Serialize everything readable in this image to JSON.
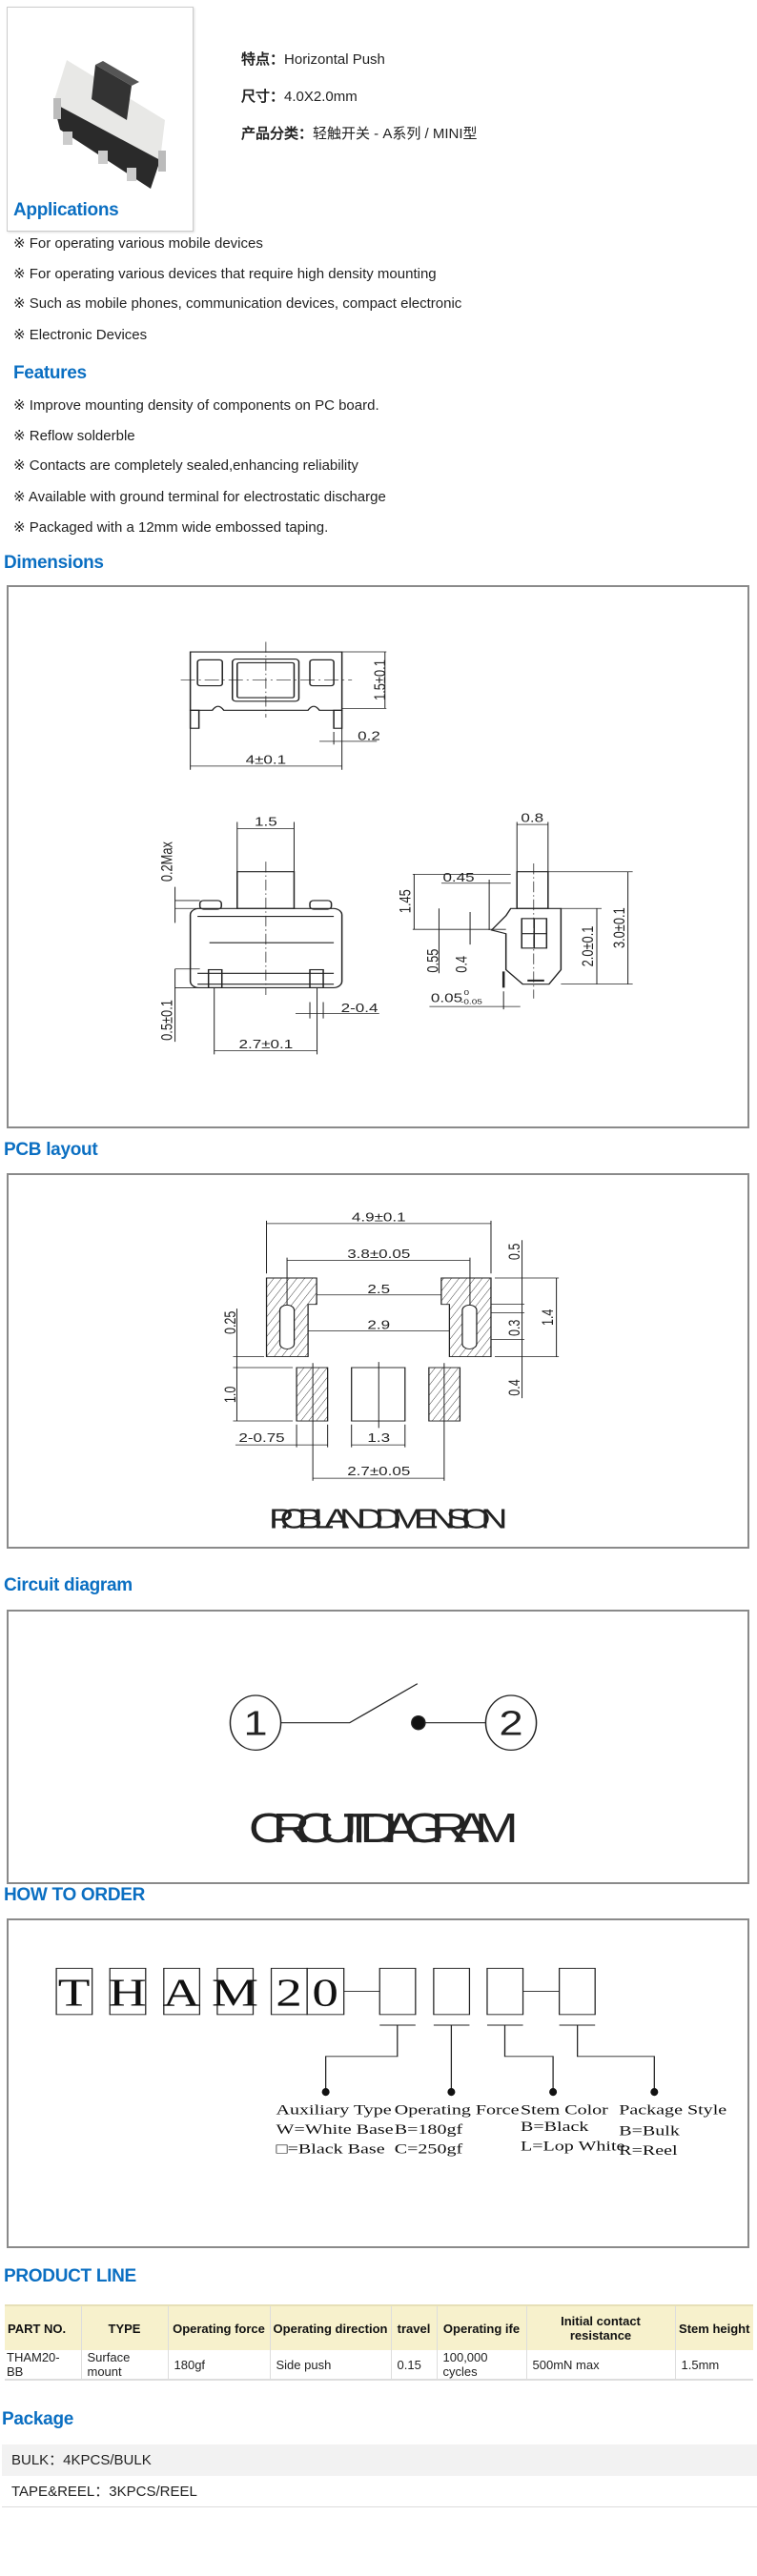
{
  "product": {
    "feature_label": "特点：",
    "feature": "Horizontal Push",
    "size_label": "尺寸：",
    "size": "4.0X2.0mm",
    "category_label": "产品分类：",
    "category": "轻触开关 - A系列 / MINI型"
  },
  "applications": {
    "title": "Applications",
    "items": [
      "※ For operating various mobile devices",
      "※ For operating various devices that require high density mounting",
      "※ Such as mobile phones, communication devices, compact electronic",
      "※ Electronic Devices"
    ]
  },
  "features": {
    "title": "Features",
    "items": [
      "※ Improve mounting density of components on PC board.",
      "※ Reflow solderble",
      "※ Contacts are completely sealed,enhancing reliability",
      "※ Available with ground terminal for electrostatic discharge",
      "※ Packaged with a 12mm wide embossed taping."
    ]
  },
  "dimensions": {
    "title": "Dimensions",
    "labels": [
      "1.5±0.1",
      "0.2",
      "4±0.1",
      "1.5",
      "0.2Max",
      "0.5±0.1",
      "2.7±0.1",
      "2-0.4",
      "0.8",
      "3.0±0.1",
      "2.0±0.1",
      "1.45",
      "0.45",
      "0.55",
      "0.4",
      "0.05",
      "0",
      "-0.05"
    ]
  },
  "pcb": {
    "title": "PCB layout",
    "labels": [
      "4.9±0.1",
      "3.8±0.05",
      "2.5",
      "2.9",
      "1.4",
      "0.5",
      "0.3",
      "0.4",
      "0.25",
      "1.0",
      "2-0.75",
      "1.3",
      "2.7±0.05"
    ],
    "caption": "P.C.B LAND DIMENSION"
  },
  "circuit": {
    "title": "Circuit diagram",
    "node1": "1",
    "node2": "2",
    "caption": "CIRCUIT DIAGRAM"
  },
  "order": {
    "title": "HOW TO ORDER",
    "chars": [
      "T",
      "H",
      "A",
      "M",
      "2",
      "0"
    ],
    "groups": [
      {
        "title": "Auxiliary Type",
        "lines": [
          "W=White Base",
          "□=Black Base"
        ]
      },
      {
        "title": "Operating Force",
        "lines": [
          "B=180gf",
          "C=250gf"
        ]
      },
      {
        "title": "Stem Color",
        "lines": [
          "B=Black",
          "L=Lop White"
        ]
      },
      {
        "title": "Package Style",
        "lines": [
          "B=Bulk",
          "R=Reel"
        ]
      }
    ]
  },
  "product_line": {
    "title": "PRODUCT LINE",
    "headers": [
      "PART NO.",
      "TYPE",
      "Operating force",
      "Operating direction",
      "travel",
      "Operating ife",
      "Initial contact resistance",
      "Stem height"
    ],
    "rows": [
      [
        "THAM20-BB",
        "Surface mount",
        "180gf",
        "Side push",
        "0.15",
        "100,000 cycles",
        "500mN max",
        "1.5mm"
      ]
    ]
  },
  "package": {
    "title": "Package",
    "items": [
      "BULK：4KPCS/BULK",
      "TAPE&REEL：3KPCS/REEL"
    ]
  },
  "colors": {
    "heading": "#0b6fc2",
    "table_header": "#f7f1cc"
  }
}
